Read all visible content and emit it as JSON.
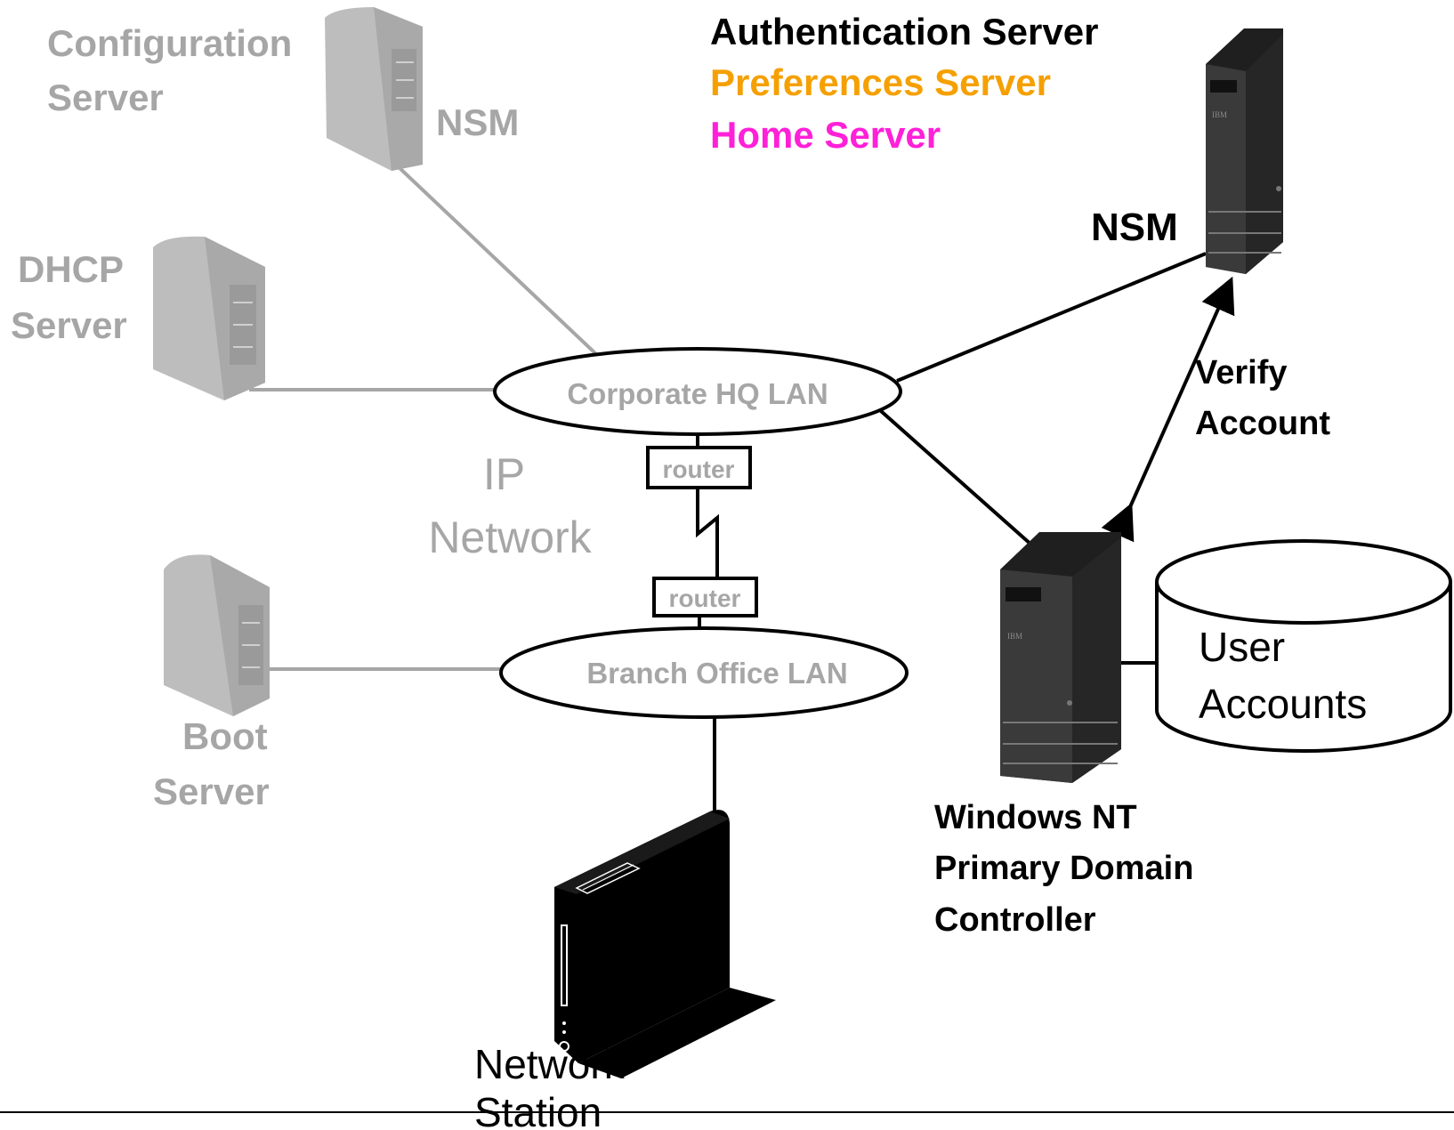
{
  "colors": {
    "faded": "#a6a6a6",
    "black": "#000000",
    "authentication": "#000000",
    "preferences": "#f5a000",
    "home": "#ff20d8",
    "server_body": "#2f2f2f",
    "faded_server_body": "#bdbdbd"
  },
  "icons": {
    "faded_tower": "tower-server-icon",
    "ibm_tower": "ibm-tower-server-icon",
    "thin_client": "network-station-icon",
    "database": "database-cylinder-icon"
  },
  "labels": {
    "configuration_server": [
      "Configuration",
      "Server"
    ],
    "nsm_faded": "NSM",
    "dhcp_server": [
      "DHCP",
      "Server"
    ],
    "boot_server": [
      "Boot",
      "Server"
    ],
    "corporate_lan": "Corporate HQ LAN",
    "branch_lan": "Branch Office LAN",
    "router_top": "router",
    "router_bottom": "router",
    "ip_network": [
      "IP",
      "Network"
    ],
    "authentication_server": "Authentication Server",
    "preferences_server": "Preferences Server",
    "home_server": "Home Server",
    "nsm": "NSM",
    "verify_account": [
      "Verify",
      "Account"
    ],
    "user_accounts": [
      "User",
      "Accounts"
    ],
    "pdc": [
      "Windows NT",
      "Primary Domain",
      "Controller"
    ],
    "network_station": [
      "Network",
      "Station"
    ]
  }
}
